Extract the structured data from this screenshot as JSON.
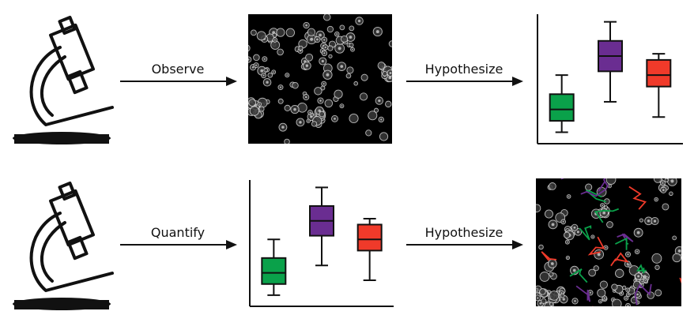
{
  "rows": [
    {
      "step1_label": "Observe",
      "step2_label": "Hypothesize"
    },
    {
      "step1_label": "Quantify",
      "step2_label": "Hypothesize"
    }
  ],
  "icons": {
    "microscope": "microscope-icon",
    "arrow": "arrow-right-icon"
  },
  "colors": {
    "green": "#0aa14a",
    "purple": "#6a2d91",
    "red": "#f03a2a",
    "outline": "#111111"
  },
  "chart_data": [
    {
      "type": "box",
      "categories": [
        "green",
        "purple",
        "red"
      ],
      "boxes": [
        {
          "min": 1.5,
          "q1": 3.0,
          "median": 4.5,
          "q3": 6.5,
          "max": 9.0
        },
        {
          "min": 5.5,
          "q1": 9.5,
          "median": 11.5,
          "q3": 13.5,
          "max": 16.0
        },
        {
          "min": 3.5,
          "q1": 7.5,
          "median": 9.0,
          "q3": 11.0,
          "max": 11.8
        }
      ],
      "ylim": [
        0,
        17
      ]
    },
    {
      "type": "box",
      "categories": [
        "green",
        "purple",
        "red"
      ],
      "boxes": [
        {
          "min": 1.5,
          "q1": 3.0,
          "median": 4.5,
          "q3": 6.5,
          "max": 9.0
        },
        {
          "min": 5.5,
          "q1": 9.5,
          "median": 11.5,
          "q3": 13.5,
          "max": 16.0
        },
        {
          "min": 3.5,
          "q1": 7.5,
          "median": 9.0,
          "q3": 11.0,
          "max": 11.8
        }
      ],
      "ylim": [
        0,
        17
      ]
    }
  ]
}
